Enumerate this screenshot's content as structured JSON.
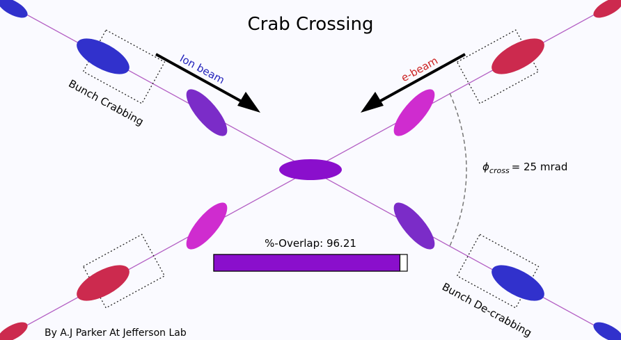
{
  "title": "Crab Crossing",
  "labels": {
    "ion_beam": "Ion beam",
    "e_beam": "e-beam",
    "bunch_crabbing": "Bunch Crabbing",
    "bunch_decrabbing": "Bunch De-crabbing",
    "phi_symbol": "ϕ",
    "phi_subscript": "cross",
    "phi_value": "= 25 mrad",
    "overlap_label": "%-Overlap: 96.21",
    "credit": "By A.J Parker At Jefferson Lab"
  },
  "overlap": {
    "percent": 96.21
  },
  "colors": {
    "ion_bunch": "#3131cc",
    "electron_bunch": "#cc2a4e",
    "crabbed_ion_bunch": "#7b2cc8",
    "crabbed_electron_bunch": "#cf2ccf",
    "overlap_bunch": "#8a0fcc",
    "beam_line": "#b35fc4",
    "ion_label": "#2222bb",
    "e_label": "#cc2222",
    "overlap_fill": "#8a0fcc"
  }
}
